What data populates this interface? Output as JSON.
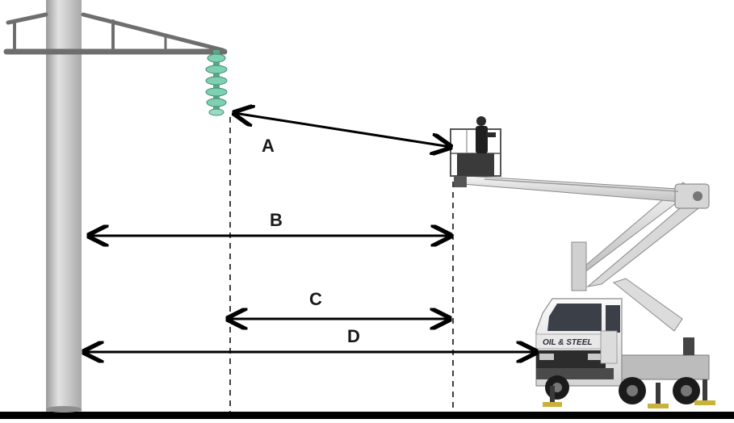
{
  "labels": {
    "a": "A",
    "b": "B",
    "c": "C",
    "d": "D"
  },
  "truck_logo": "OIL & STEEL",
  "colors": {
    "pole": "#c9c9c9",
    "crossarm": "#777777",
    "insulator": "#6fbfa0",
    "arrow": "#000000",
    "ground": "#000000",
    "truck_cab": "#f2f2f2",
    "boom": "#e6e6e6"
  }
}
